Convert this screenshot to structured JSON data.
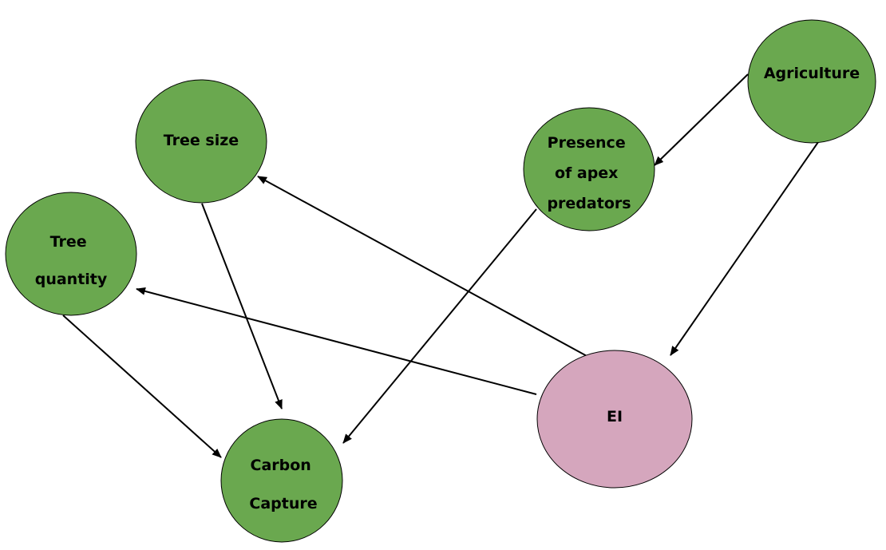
{
  "colors": {
    "factor_node_fill": "#6aa84f",
    "outcome_node_fill": "#d5a6bd",
    "node_stroke": "#000000",
    "edge_color": "#000000"
  },
  "nodes": {
    "agriculture": {
      "label_lines": [
        "Agriculture"
      ]
    },
    "apex_predators": {
      "label_lines": [
        "Presence",
        "of apex",
        "predators"
      ]
    },
    "tree_size": {
      "label_lines": [
        "Tree size"
      ]
    },
    "tree_quantity": {
      "label_lines": [
        "Tree",
        "quantity"
      ]
    },
    "carbon_capture": {
      "label_lines": [
        "Carbon",
        "Capture"
      ]
    },
    "ei": {
      "label_lines": [
        "EI"
      ]
    }
  },
  "edges": [
    {
      "from": "agriculture",
      "to": "apex_predators"
    },
    {
      "from": "agriculture",
      "to": "ei"
    },
    {
      "from": "apex_predators",
      "to": "carbon_capture"
    },
    {
      "from": "ei",
      "to": "tree_size"
    },
    {
      "from": "ei",
      "to": "tree_quantity"
    },
    {
      "from": "tree_size",
      "to": "carbon_capture"
    },
    {
      "from": "tree_quantity",
      "to": "carbon_capture"
    }
  ]
}
